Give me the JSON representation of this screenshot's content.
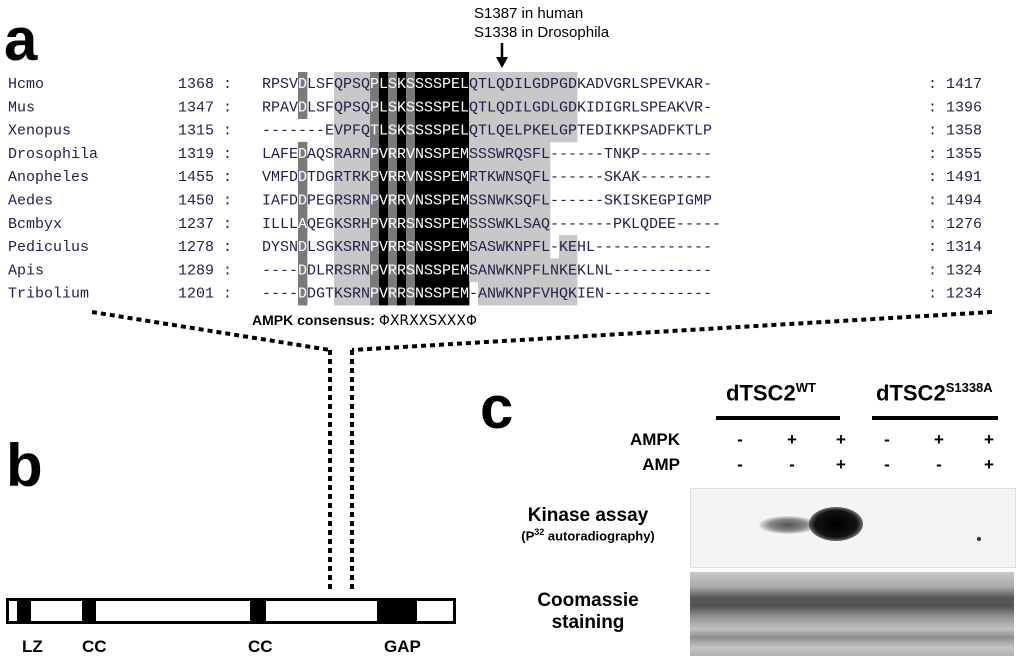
{
  "panels": {
    "a": "a",
    "b": "b",
    "c": "c"
  },
  "annotation": {
    "line1": "S1387 in human",
    "line2": "S1338 in Drosophila"
  },
  "alignment": {
    "rows": [
      {
        "species": "Hcmo",
        "start": "1368",
        "seq": "RPSVDLSFQPSQPLSKSSSSPELQTLQDILGDPGDKADVGRLSPEVKAR-",
        "end": "1417"
      },
      {
        "species": "Mus",
        "start": "1347",
        "seq": "RPAVDLSFQPSQPLSKSSSSPELQTLQDILGDLGDKIDIGRLSPEAKVR-",
        "end": "1396"
      },
      {
        "species": "Xenopus",
        "start": "1315",
        "seq": "-------EVPFQTLSKSSSSPELQTLQELPKELGPTEDIKKPSADFKTLP",
        "end": "1358"
      },
      {
        "species": "Drosophila",
        "start": "1319",
        "seq": "LAFEDAQSRARNPVRRVNSSPEMSSSWRQSFL------TNKP--------",
        "end": "1355"
      },
      {
        "species": "Anopheles",
        "start": "1455",
        "seq": "VMFDDTDGRTRKPVRRVNSSPEMRTKWNSQFL------SKAK--------",
        "end": "1491"
      },
      {
        "species": "Aedes",
        "start": "1450",
        "seq": "IAFDDPEGRSRNPVRRVNSSPEMSSNWKSQFL------SKISKEGPIGMP",
        "end": "1494"
      },
      {
        "species": "Bcmbyx",
        "start": "1237",
        "seq": "ILLLAQEGKSRHPVRRSNSSPEMSSSWKLSAQ-------PKLQDEE-----",
        "end": "1276"
      },
      {
        "species": "Pediculus",
        "start": "1278",
        "seq": "DYSNDLSGKSRNPVRRSNSSPEMSASWKNPFL-KEHL-------------",
        "end": "1314"
      },
      {
        "species": "Apis",
        "start": "1289",
        "seq": "----DDLRRSRNPVRRSNSSPEMSANWKNPFLNKEKLNL-----------",
        "end": "1324"
      },
      {
        "species": "Tribolium",
        "start": "1201",
        "seq": "----DDGTKSRNPVRRSNSSPEM-ANWKNPFVHQKIEN------------",
        "end": "1234"
      }
    ],
    "consensus_label": "AMPK consensus:",
    "consensus_pattern": "ΦXRXXSXXXΦ"
  },
  "domains": {
    "labels": [
      "LZ",
      "CC",
      "CC",
      "GAP"
    ]
  },
  "panel_c": {
    "group1": {
      "name": "dTSC2",
      "sup": "WT"
    },
    "group2": {
      "name": "dTSC2",
      "sup": "S1338A"
    },
    "ampk_label": "AMPK",
    "amp_label": "AMP",
    "ampk_signs": [
      "-",
      "+",
      "+",
      "-",
      "+",
      "+"
    ],
    "amp_signs": [
      "-",
      "-",
      "+",
      "-",
      "-",
      "+"
    ],
    "kinase_line1": "Kinase assay",
    "kinase_line2_pre": "(P",
    "kinase_line2_sup": "32",
    "kinase_line2_post": " autoradiography)",
    "coomassie_line1": "Coomassie",
    "coomassie_line2": "staining"
  },
  "colors": {
    "black_shade": "#000000",
    "dark_shade": "#7a7a7a",
    "light_shade": "#c8c8c8",
    "species_text": "#2a1a4a"
  }
}
